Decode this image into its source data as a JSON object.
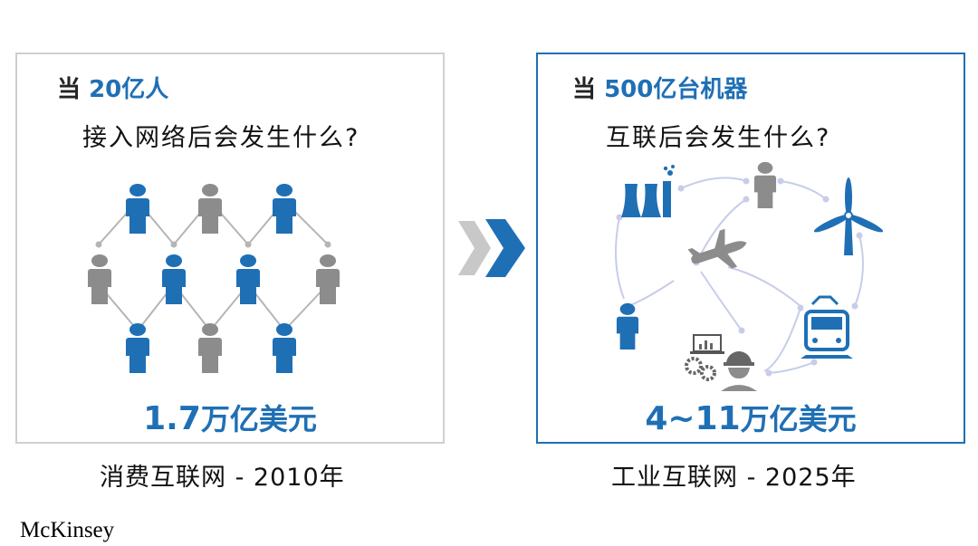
{
  "left": {
    "title_prefix": "当",
    "title_highlight": "20亿人",
    "subtitle": "接入网络后会发生什么?",
    "value_number": "1.7",
    "value_unit": "万亿美元",
    "caption": "消费互联网 - 2010年"
  },
  "right": {
    "title_prefix": "当",
    "title_highlight": "500亿台机器",
    "subtitle": "互联后会发生什么?",
    "value_number": "4~11",
    "value_unit": "万亿美元",
    "caption": "工业互联网 - 2025年"
  },
  "logo": "McKinsey",
  "colors": {
    "accent_blue": "#1f6fb5",
    "person_gray": "#8c8c8c",
    "arrow_gray": "#c8c8c8",
    "connector_light": "#c7cdea",
    "left_border": "#cfcfcf"
  },
  "icons": {
    "left_network": [
      "person-icon"
    ],
    "right_network": [
      "power-plant-icon",
      "person-icon",
      "wind-turbine-icon",
      "airplane-icon",
      "train-icon",
      "engineer-gears-icon"
    ]
  }
}
